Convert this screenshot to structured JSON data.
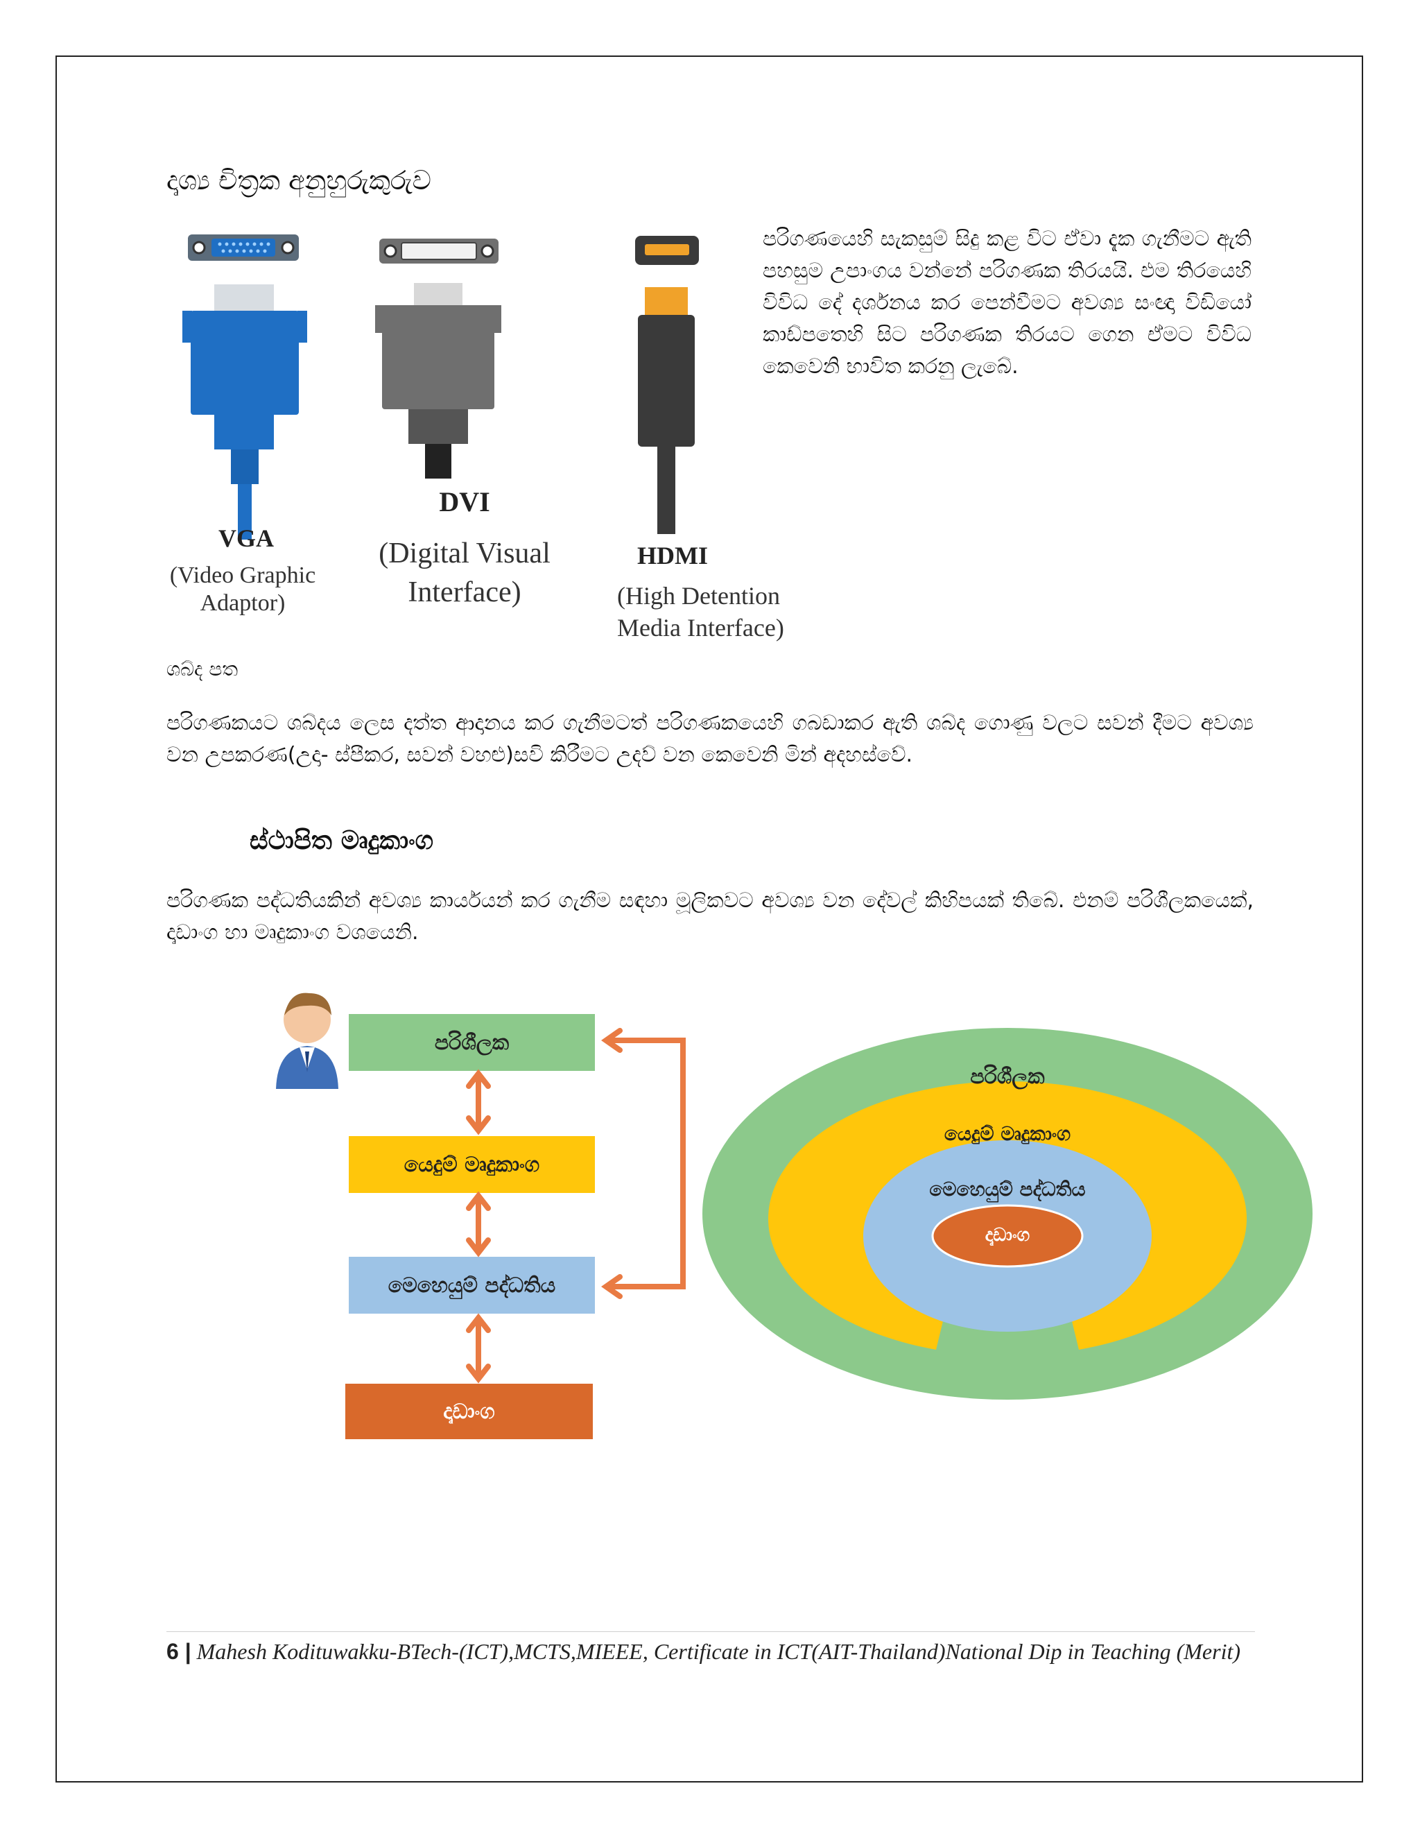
{
  "heading_display": "දෘශ්‍ය චිත්‍රක අනුහුරුකුරුව",
  "display_paragraph": "පරිගණයෙහි සැකසුම් සිදු කළ විට ඒවා දැක ගැනීමට ඇති පහසුම උපාංගය වන්නේ පරිගණක තිරයයි. එම තිරයෙහි විවිධ දේ දර්ශනය කර පෙන්වීමට අවශ්‍ය සංඥා විඩියෝ කාඩ්පතෙහි සිට පරිගණක තිරයට ගෙන ඒමට විවිධ කෙවෙනි භාවිත කරනු ලැබේ.",
  "connectors": {
    "vga": {
      "name": "VGA",
      "full_line1": "(Video Graphic",
      "full_line2": "Adaptor)",
      "color": "#1f6fc4"
    },
    "dvi": {
      "name": "DVI",
      "full_line1": "(Digital Visual",
      "full_line2": "Interface)",
      "color": "#6f6f6f"
    },
    "hdmi": {
      "name": "HDMI",
      "full_line1": "(High Detention",
      "full_line2": "Media Interface)",
      "color": "#3a3a3a",
      "accent": "#f0a22a"
    }
  },
  "sound_heading": "ශබ්ද පත",
  "sound_paragraph": "පරිගණකයට ශබ්දය ලෙස දත්ත ආදානය කර ගැනීමටත් පරිගණකයෙහි ගබඩාකර ඇති ශබ්ද ගොණු වලට සවන් දීමට අවශ්‍ය වන උපකරණ(උදා- ස්පීකර, සවන් වහළු)සවි කිරීමට උදව් වන කෙවෙනි මින් අදහස්වේ.",
  "section_heading": "ස්ථාපිත මෘදුකාංග",
  "section_paragraph": "පරිගණක පද්ධතියකින් අවශ්‍ය කාර්යයන් කර ගැනීම සඳහා මූලිකවට අවශ්‍ය වන දේවල් කිහිපයක් තිබේ. එනම් පරිශීලකයෙක්, දෘඩාංග හා මෘදුකාංග වශයෙනි.",
  "layers": {
    "user": {
      "label": "පරිශීලක",
      "color": "#8cc98b"
    },
    "app": {
      "label": "යෙදුම් මෘදුකාංග",
      "color": "#ffc60b"
    },
    "os": {
      "label": "මෙහෙයුම් පද්ධතිය",
      "color": "#9dc3e6"
    },
    "hw": {
      "label": "දෘඩාංග",
      "color": "#d9692b"
    }
  },
  "arrow_color": "#e97b43",
  "footer": {
    "page_number": "6 |",
    "text": "Mahesh Kodituwakku-BTech-(ICT),MCTS,MIEEE, Certificate in ICT(AIT-Thailand)National Dip in Teaching (Merit)"
  }
}
